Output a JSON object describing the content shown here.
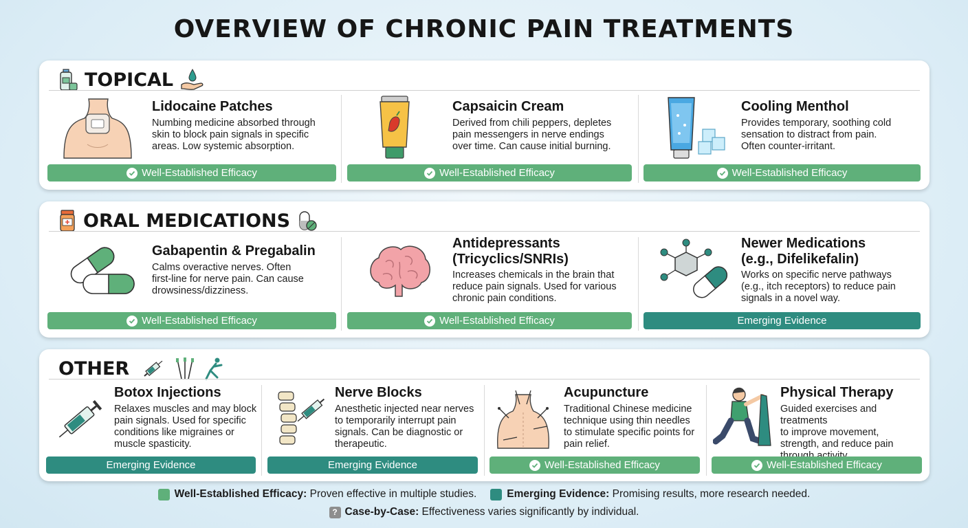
{
  "title": "OVERVIEW OF CHRONIC PAIN TREATMENTS",
  "colors": {
    "well_established": "#5fb07a",
    "emerging": "#2e8c80",
    "case_by_case": "#8e8e8e"
  },
  "sections": {
    "topical": {
      "label": "TOPICAL",
      "icons": [
        "lotion-bottle-icon",
        "hand-drop-icon"
      ],
      "cards": [
        {
          "name": "Lidocaine Patches",
          "desc": [
            "Numbing medicine absorbed through",
            "skin to block pain signals in specific",
            "areas. Low systemic absorption."
          ],
          "badge": "Well-Established Efficacy",
          "icon": "shoulder-patch-icon"
        },
        {
          "name": "Capsaicin Cream",
          "desc": [
            "Derived from chili peppers, depletes",
            "pain messengers in nerve endings",
            "over time. Can cause initial burning."
          ],
          "badge": "Well-Established Efficacy",
          "icon": "chili-cream-tube-icon"
        },
        {
          "name": "Cooling Menthol",
          "desc": [
            "Provides temporary, soothing cold",
            "sensation to distract from pain.",
            "Often counter-irritant."
          ],
          "badge": "Well-Established Efficacy",
          "icon": "gel-tube-ice-icon"
        }
      ]
    },
    "oral": {
      "label": "ORAL MEDICATIONS",
      "icons": [
        "pill-bottle-icon",
        "capsule-icon"
      ],
      "cards": [
        {
          "name": "Gabapentin & Pregabalin",
          "desc": [
            "Calms overactive nerves. Often",
            "first-line for nerve pain. Can cause",
            "drowsiness/dizziness."
          ],
          "badge": "Well-Established Efficacy",
          "icon": "capsules-icon"
        },
        {
          "name": "Antidepressants",
          "name2": "(Tricyclics/SNRIs)",
          "desc": [
            "Increases chemicals in the brain that",
            "reduce pain signals. Used for various",
            "chronic pain conditions."
          ],
          "badge": "Well-Established Efficacy",
          "icon": "brain-icon"
        },
        {
          "name": "Newer Medications",
          "name2": "(e.g., Difelikefalin)",
          "desc": [
            "Works on specific nerve pathways",
            "(e.g., itch receptors) to reduce pain",
            "signals in a novel way."
          ],
          "badge": "Emerging Evidence",
          "icon": "molecule-capsule-icon"
        }
      ]
    },
    "other": {
      "label": "OTHER",
      "icons": [
        "syringe-icon",
        "needles-icon",
        "stretching-person-icon"
      ],
      "cards": [
        {
          "name": "Botox Injections",
          "desc": [
            "Relaxes muscles and may block",
            "pain signals. Used for specific",
            "conditions like migraines or",
            "muscle spasticity."
          ],
          "badge": "Emerging Evidence",
          "icon": "syringe-icon"
        },
        {
          "name": "Nerve Blocks",
          "desc": [
            "Anesthetic injected near nerves",
            "to temporarily interrupt pain",
            "signals. Can be diagnostic or",
            "therapeutic."
          ],
          "badge": "Emerging Evidence",
          "icon": "spine-syringe-icon"
        },
        {
          "name": "Acupuncture",
          "desc": [
            "Traditional Chinese medicine",
            "technique using thin needles",
            "to stimulate specific points for",
            "pain relief."
          ],
          "badge": "Well-Established Efficacy",
          "icon": "back-needles-icon"
        },
        {
          "name": "Physical Therapy",
          "desc": [
            "Guided exercises and treatments",
            "to improve movement,",
            "strength, and reduce pain",
            "through activity."
          ],
          "badge": "Well-Established Efficacy",
          "icon": "exercise-band-icon"
        }
      ]
    }
  },
  "legend": {
    "well_label": "Well-Established Efficacy:",
    "well_text": "Proven effective in multiple studies.",
    "emerg_label": "Emerging Evidence:",
    "emerg_text": "Promising results, more research needed.",
    "case_mark": "?",
    "case_label": "Case-by-Case:",
    "case_text": "Effectiveness varies significantly by individual."
  }
}
